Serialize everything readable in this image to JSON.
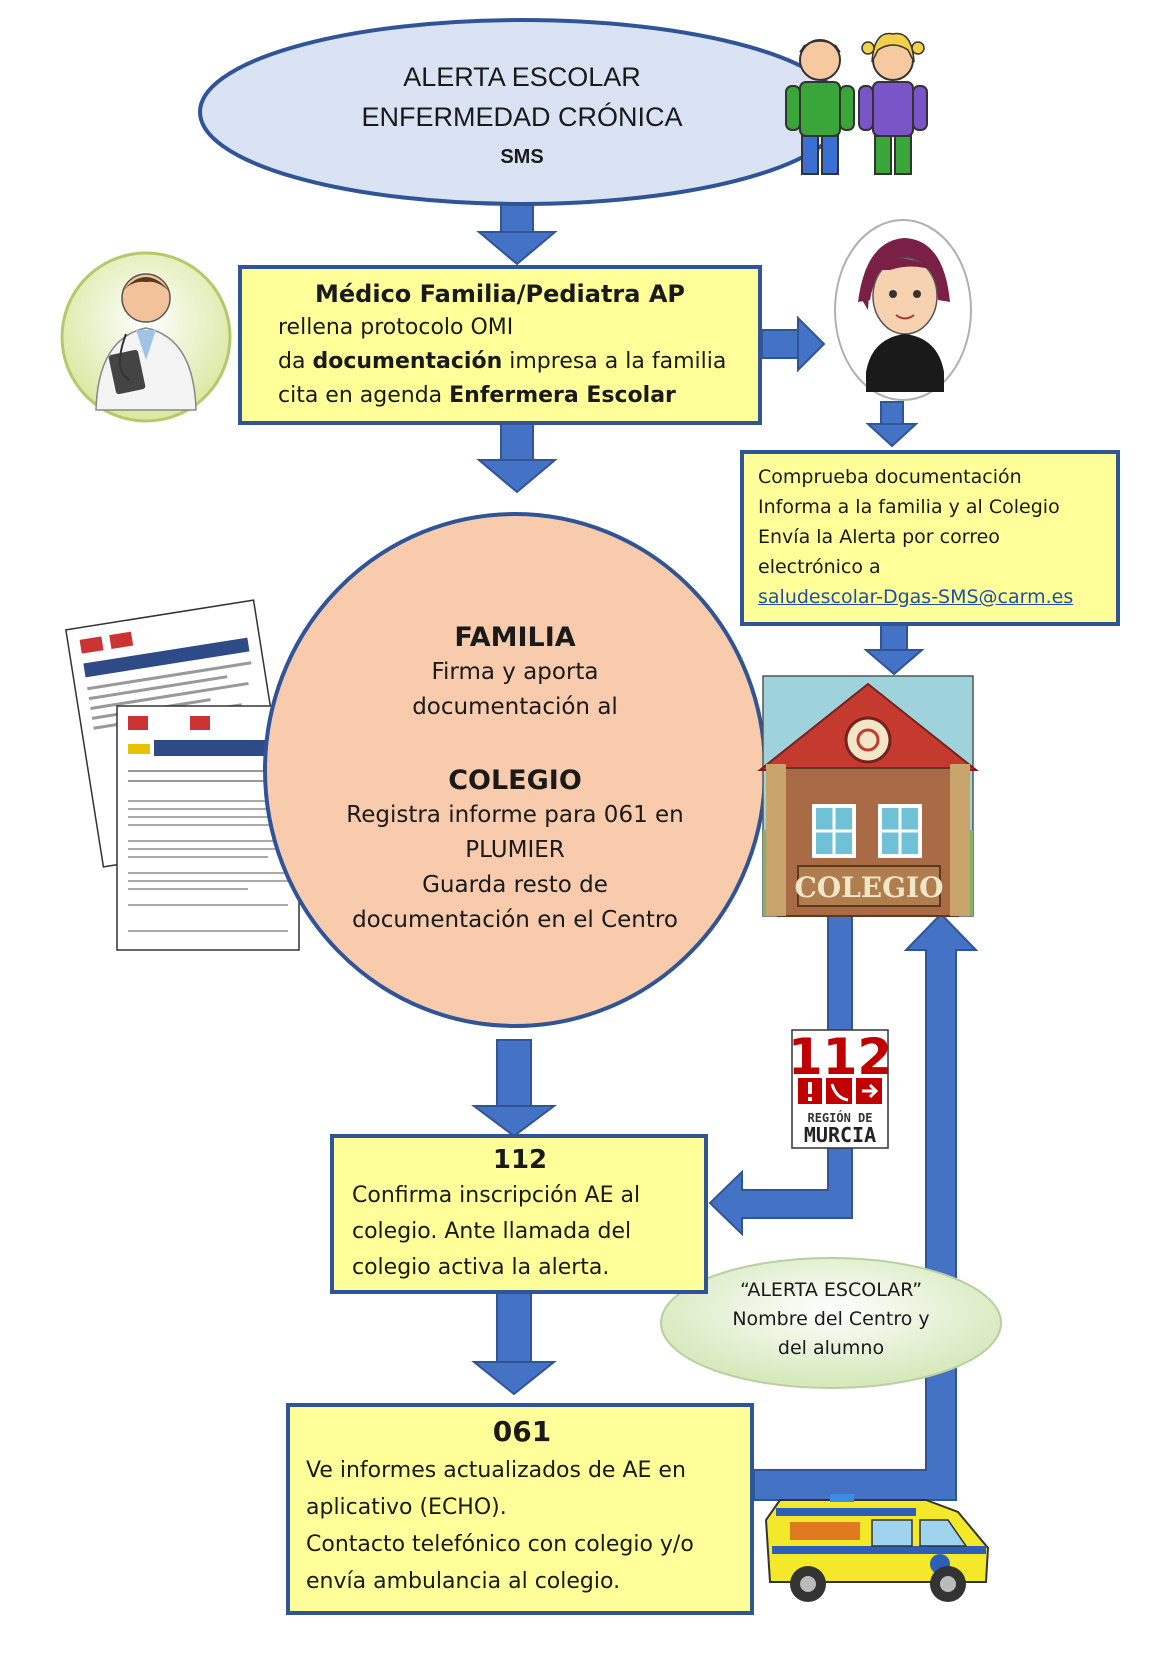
{
  "header": {
    "line1": "ALERTA ESCOLAR",
    "line2": "ENFERMEDAD CRÓNICA",
    "line3": "SMS"
  },
  "medico": {
    "title": "Médico Familia/Pediatra  AP",
    "l1": "rellena protocolo  OMI",
    "l2_a": "da ",
    "l2_b": "documentación",
    "l2_c": " impresa a la familia",
    "l3_a": "cita en agenda ",
    "l3_b": "Enfermera Escolar"
  },
  "nurse_box": {
    "l1": "Comprueba documentación",
    "l2": "Informa a la familia y al Colegio",
    "l3": "Envía la Alerta  por correo",
    "l4": "electrónico a",
    "email": "saludescolar-Dgas-SMS@carm.es"
  },
  "familia": {
    "title": "FAMILIA",
    "l1": "Firma y aporta",
    "l2": "documentación  al",
    "title2": "COLEGIO",
    "l3": "Registra  informe para 061 en",
    "l4": "PLUMIER",
    "l5": "Guarda resto de",
    "l6": "documentación  en el Centro"
  },
  "school": {
    "sign": "COLEGIO"
  },
  "badge112": {
    "num": "112",
    "l1": "REGIÓN DE",
    "l2": "MURCIA"
  },
  "box112": {
    "title": "112",
    "l1": "Confirma  inscripción  AE  al",
    "l2": "colegio.  Ante  llamada  del",
    "l3": "colegio activa la alerta."
  },
  "alert_bubble": {
    "l1": "“ALERTA ESCOLAR”",
    "l2": "Nombre del Centro y",
    "l3": "del alumno"
  },
  "box061": {
    "title": "061",
    "l1": "Ve informes actualizados de AE en",
    "l2": "aplicativo (ECHO).",
    "l3": "Contacto telefónico con colegio y/o",
    "l4": "envía ambulancia al colegio."
  },
  "colors": {
    "box_fill": "#ffff99",
    "border_blue": "#2f5597",
    "arrow_blue": "#4472c4",
    "ellipse_fill": "#dae3f3",
    "circle_fill": "#f8cbad",
    "bubble_fill": "#e2f0d9",
    "red_112": "#c00000"
  }
}
